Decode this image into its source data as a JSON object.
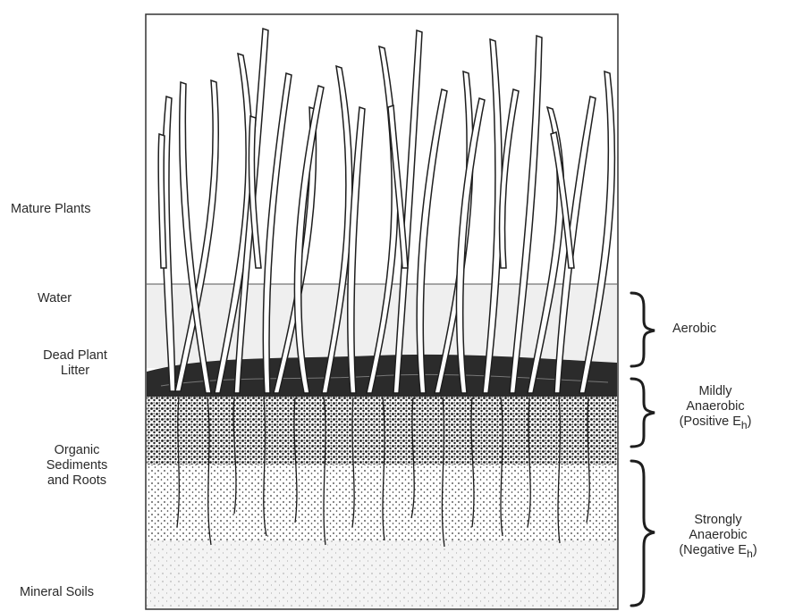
{
  "left_labels": {
    "mature_plants": "Mature Plants",
    "water": "Water",
    "dead_litter_1": "Dead Plant",
    "dead_litter_2": "Litter",
    "organic_1": "Organic",
    "organic_2": "Sediments",
    "organic_3": "and Roots",
    "mineral": "Mineral Soils"
  },
  "right_labels": {
    "aerobic": "Aerobic",
    "mildly_1": "Mildly",
    "mildly_2": "Anaerobic",
    "mildly_3_prefix": "(Positive E",
    "mildly_3_sub": "h",
    "mildly_3_suffix": ")",
    "strongly_1": "Strongly",
    "strongly_2": "Anaerobic",
    "strongly_3_prefix": "(Negative E",
    "strongly_3_sub": "h",
    "strongly_3_suffix": ")"
  },
  "colors": {
    "ink": "#222222",
    "litter": "#2b2b2b",
    "water_tint": "#eeeeee"
  }
}
